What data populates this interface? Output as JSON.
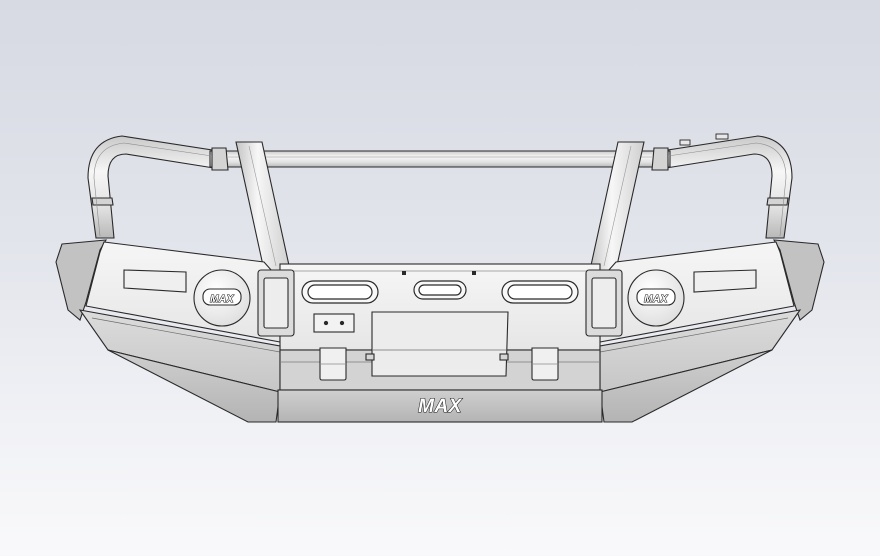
{
  "model": {
    "subject": "bull-bar-front-bumper",
    "brand_mark_left": "MAX",
    "brand_mark_right": "MAX",
    "brand_mark_center": "MAX"
  },
  "colors": {
    "background_top": "#d7d9e3",
    "background_bottom": "#f9f9fb",
    "metal_light": "#f2f2f2",
    "metal_mid": "#d9d9d9",
    "metal_dark": "#bdbdbd",
    "edge": "#2a2a2a"
  }
}
